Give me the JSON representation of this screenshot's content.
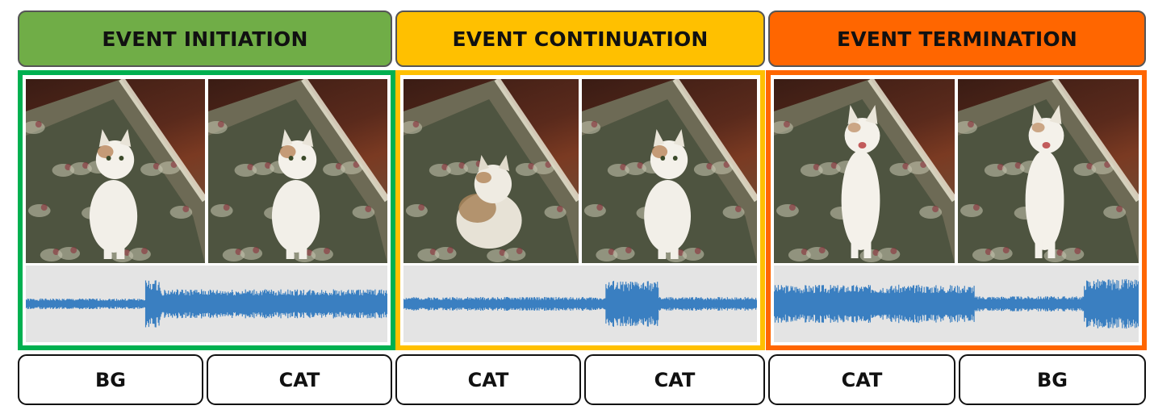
{
  "segments": [
    {
      "title": "EVENT INITIATION",
      "header_color": "#70ad47",
      "border_color": "#00b050",
      "frame_labels": [
        "BG",
        "CAT"
      ]
    },
    {
      "title": "EVENT CONTINUATION",
      "header_color": "#ffc000",
      "border_color": "#ffc000",
      "frame_labels": [
        "CAT",
        "CAT"
      ]
    },
    {
      "title": "EVENT TERMINATION",
      "header_color": "#ff6600",
      "border_color": "#ff6600",
      "frame_labels": [
        "CAT",
        "BG"
      ]
    }
  ],
  "waveform_color": "#3a7fc1",
  "icons": {
    "video_frame": "cat-on-rug-photo",
    "audio": "audio-waveform"
  }
}
